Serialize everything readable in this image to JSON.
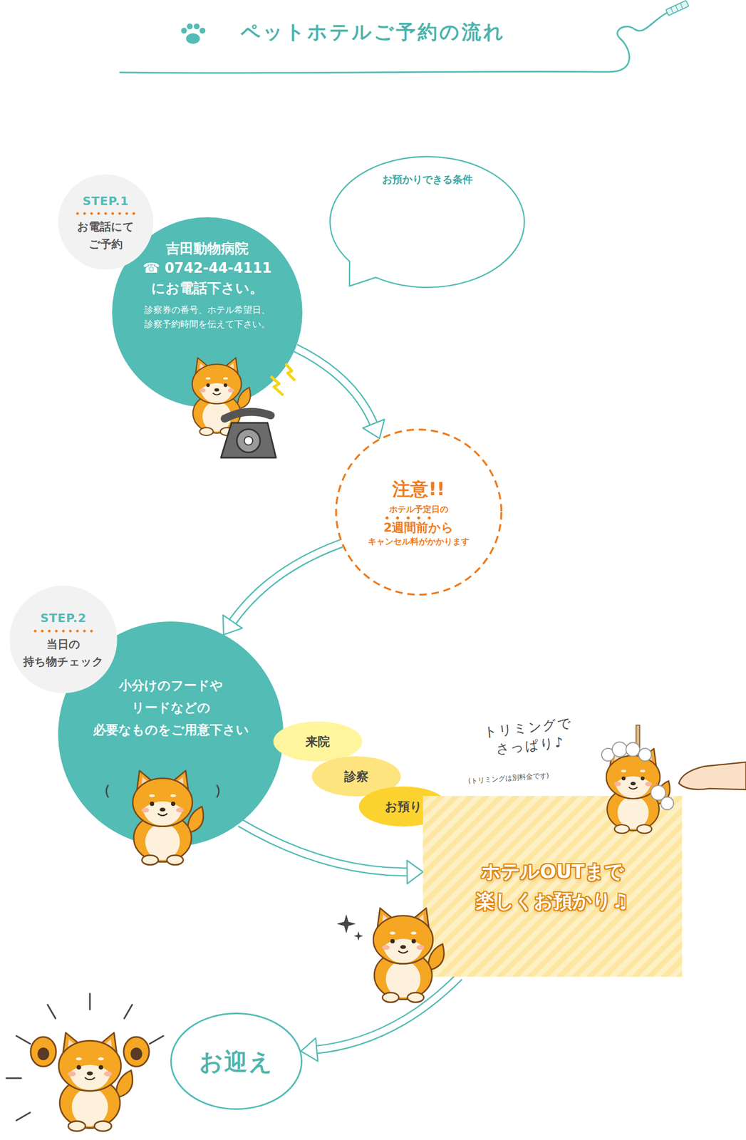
{
  "diagram": {
    "title": "ペットホテルご予約の流れ",
    "nodes": [
      {
        "text": [
          "STEP.1",
          "お電話にて ご予約"
        ]
      },
      {
        "text": [
          "吉田動物病院 ☎ 0742-44-4111 にお電話下さい。",
          "診察券の番号、ホテル希望日、診察予約時間を伝えて下さい。"
        ]
      },
      {
        "text": [
          "お預かりできる条件"
        ]
      },
      {
        "text": [
          "注意!!",
          "ホテル予定日の",
          "2週間前から",
          "キャンセル料がかかります"
        ]
      },
      {
        "text": [
          "STEP.2",
          "当日の 持ち物チェック"
        ]
      },
      {
        "text": [
          "小分けのフードや リードなどの 必要なものをご用意下さい"
        ]
      },
      {
        "text": [
          "来院"
        ]
      },
      {
        "text": [
          "診察"
        ]
      },
      {
        "text": [
          "お預り"
        ]
      },
      {
        "text": [
          "ホテルOUTまで 楽しくお預かり♫"
        ]
      },
      {
        "text": [
          "お迎え"
        ]
      }
    ],
    "edges": [
      {
        "from": 1,
        "to": 3,
        "arrow": "to"
      },
      {
        "from": 3,
        "to": 5,
        "arrow": "to"
      },
      {
        "from": 5,
        "to": 9,
        "arrow": "to"
      },
      {
        "from": 9,
        "to": 10,
        "arrow": "to"
      }
    ],
    "labels": [
      "トリミングで さっぱり♪",
      "(トリミングは別料金です)"
    ]
  }
}
